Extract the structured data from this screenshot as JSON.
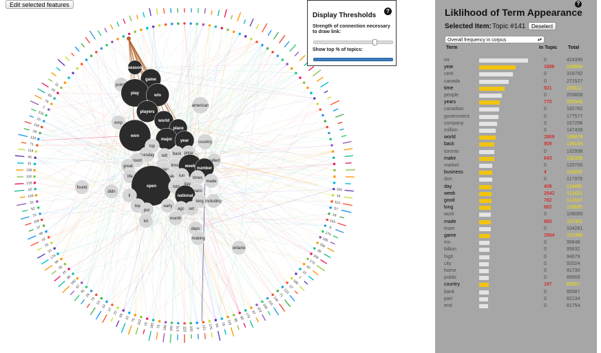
{
  "edit_button": "Edit selected features",
  "thresholds": {
    "title": "Display Thresholds",
    "connection_label": "Strength of connection necessary to draw link:",
    "topics_label": "Show top % of topics:"
  },
  "panel": {
    "title": "Liklihood of Term Appearance",
    "selected_label": "Selected Item:",
    "selected_value": "Topic #141",
    "deselect": "Deselect",
    "sort_option": "Overall frequency in corpus",
    "headers": {
      "term": "Term",
      "in_topic": "In Topic",
      "total": "Total"
    },
    "rows": [
      {
        "term": "mr",
        "bar": 0,
        "in_topic": "0",
        "total": "424395",
        "highlight": false,
        "frac": 0.98
      },
      {
        "term": "year",
        "bar": 1,
        "in_topic": "1896",
        "total": "245894",
        "highlight": true,
        "frac": 0.74
      },
      {
        "term": "cent",
        "bar": 0,
        "in_topic": "0",
        "total": "318782",
        "highlight": false,
        "frac": 0.68
      },
      {
        "term": "canada",
        "bar": 0,
        "in_topic": "0",
        "total": "271527",
        "highlight": false,
        "frac": 0.6
      },
      {
        "term": "time",
        "bar": 1,
        "in_topic": "921",
        "total": "236111",
        "highlight": true,
        "frac": 0.52
      },
      {
        "term": "people",
        "bar": 0,
        "in_topic": "0",
        "total": "203808",
        "highlight": false,
        "frac": 0.46
      },
      {
        "term": "years",
        "bar": 1,
        "in_topic": "770",
        "total": "192943",
        "highlight": true,
        "frac": 0.42
      },
      {
        "term": "canadian",
        "bar": 0,
        "in_topic": "0",
        "total": "182782",
        "highlight": false,
        "frac": 0.4
      },
      {
        "term": "government",
        "bar": 0,
        "in_topic": "0",
        "total": "177577",
        "highlight": false,
        "frac": 0.39
      },
      {
        "term": "company",
        "bar": 0,
        "in_topic": "0",
        "total": "157296",
        "highlight": false,
        "frac": 0.36
      },
      {
        "term": "million",
        "bar": 0,
        "in_topic": "0",
        "total": "147426",
        "highlight": false,
        "frac": 0.33
      },
      {
        "term": "world",
        "bar": 1,
        "in_topic": "2869",
        "total": "146878",
        "highlight": true,
        "frac": 0.33
      },
      {
        "term": "back",
        "bar": 1,
        "in_topic": "909",
        "total": "139164",
        "highlight": true,
        "frac": 0.31
      },
      {
        "term": "toronto",
        "bar": 0,
        "in_topic": "0",
        "total": "132998",
        "highlight": false,
        "frac": 0.3
      },
      {
        "term": "make",
        "bar": 1,
        "in_topic": "643",
        "total": "132336",
        "highlight": true,
        "frac": 0.3
      },
      {
        "term": "market",
        "bar": 0,
        "in_topic": "0",
        "total": "120700",
        "highlight": false,
        "frac": 0.27
      },
      {
        "term": "business",
        "bar": 1,
        "in_topic": "4",
        "total": "118202",
        "highlight": true,
        "frac": 0.27
      },
      {
        "term": "don",
        "bar": 0,
        "in_topic": "0",
        "total": "117379",
        "highlight": false,
        "frac": 0.26
      },
      {
        "term": "day",
        "bar": 1,
        "in_topic": "406",
        "total": "114495",
        "highlight": true,
        "frac": 0.25
      },
      {
        "term": "week",
        "bar": 1,
        "in_topic": "2642",
        "total": "112421",
        "highlight": true,
        "frac": 0.25
      },
      {
        "term": "good",
        "bar": 1,
        "in_topic": "782",
        "total": "112107",
        "highlight": true,
        "frac": 0.25
      },
      {
        "term": "long",
        "bar": 1,
        "in_topic": "662",
        "total": "110635",
        "highlight": true,
        "frac": 0.24
      },
      {
        "term": "work",
        "bar": 0,
        "in_topic": "0",
        "total": "108065",
        "highlight": false,
        "frac": 0.24
      },
      {
        "term": "made",
        "bar": 1,
        "in_topic": "885",
        "total": "107301",
        "highlight": true,
        "frac": 0.24
      },
      {
        "term": "team",
        "bar": 0,
        "in_topic": "0",
        "total": "104281",
        "highlight": false,
        "frac": 0.23
      },
      {
        "term": "game",
        "bar": 1,
        "in_topic": "2664",
        "total": "101366",
        "highlight": true,
        "frac": 0.22
      },
      {
        "term": "ms",
        "bar": 0,
        "in_topic": "0",
        "total": "95848",
        "highlight": false,
        "frac": 0.21
      },
      {
        "term": "billion",
        "bar": 0,
        "in_topic": "0",
        "total": "95632",
        "highlight": false,
        "frac": 0.21
      },
      {
        "term": "high",
        "bar": 0,
        "in_topic": "0",
        "total": "94679",
        "highlight": false,
        "frac": 0.21
      },
      {
        "term": "city",
        "bar": 0,
        "in_topic": "0",
        "total": "92024",
        "highlight": false,
        "frac": 0.2
      },
      {
        "term": "home",
        "bar": 0,
        "in_topic": "0",
        "total": "91730",
        "highlight": false,
        "frac": 0.2
      },
      {
        "term": "public",
        "bar": 0,
        "in_topic": "0",
        "total": "89569",
        "highlight": false,
        "frac": 0.2
      },
      {
        "term": "country",
        "bar": 1,
        "in_topic": "187",
        "total": "85907",
        "highlight": true,
        "frac": 0.19
      },
      {
        "term": "bank",
        "bar": 0,
        "in_topic": "0",
        "total": "85587",
        "highlight": false,
        "frac": 0.19
      },
      {
        "term": "part",
        "bar": 0,
        "in_topic": "0",
        "total": "82134",
        "highlight": false,
        "frac": 0.18
      },
      {
        "term": "end",
        "bar": 0,
        "in_topic": "0",
        "total": "81754",
        "highlight": false,
        "frac": 0.18
      }
    ]
  },
  "terms": [
    {
      "t": "season",
      "s": 0.3,
      "dark": true
    },
    {
      "t": "game",
      "s": 0.55,
      "dark": true
    },
    {
      "t": "points",
      "s": 0.3,
      "dark": false
    },
    {
      "t": "play",
      "s": 0.85,
      "dark": true
    },
    {
      "t": "win",
      "s": 0.65,
      "dark": true
    },
    {
      "t": "players",
      "s": 0.6,
      "dark": true
    },
    {
      "t": "american",
      "s": 0.4,
      "dark": false
    },
    {
      "t": "emp",
      "s": 0.3,
      "dark": false
    },
    {
      "t": "world",
      "s": 0.5,
      "dark": true
    },
    {
      "t": "place",
      "s": 0.45,
      "dark": true
    },
    {
      "t": "won",
      "s": 1.0,
      "dark": true
    },
    {
      "t": "major",
      "s": 0.6,
      "dark": true
    },
    {
      "t": "year",
      "s": 0.5,
      "dark": true
    },
    {
      "t": "country",
      "s": 0.35,
      "dark": false
    },
    {
      "t": "top",
      "s": 0.3,
      "dark": false
    },
    {
      "t": "back",
      "s": 0.3,
      "dark": false
    },
    {
      "t": "price",
      "s": 0.3,
      "dark": false
    },
    {
      "t": "thursday",
      "s": 0.35,
      "dark": false
    },
    {
      "t": "left",
      "s": 0.3,
      "dark": false
    },
    {
      "t": "called",
      "s": 0.3,
      "dark": false
    },
    {
      "t": "good",
      "s": 0.3,
      "dark": false
    },
    {
      "t": "start",
      "s": 0.3,
      "dark": false
    },
    {
      "t": "great",
      "s": 0.3,
      "dark": false
    },
    {
      "t": "time",
      "s": 0.3,
      "dark": false
    },
    {
      "t": "week",
      "s": 0.65,
      "dark": true
    },
    {
      "t": "number",
      "s": 0.5,
      "dark": true
    },
    {
      "t": "today",
      "s": 0.3,
      "dark": false
    },
    {
      "t": "life",
      "s": 0.3,
      "dark": false
    },
    {
      "t": "make",
      "s": 0.3,
      "dark": false
    },
    {
      "t": "run",
      "s": 0.3,
      "dark": false
    },
    {
      "t": "times",
      "s": 0.3,
      "dark": false
    },
    {
      "t": "day",
      "s": 0.3,
      "dark": false
    },
    {
      "t": "made",
      "s": 0.3,
      "dark": false
    },
    {
      "t": "found",
      "s": 0.3,
      "dark": false
    },
    {
      "t": "open",
      "s": 1.35,
      "dark": true
    },
    {
      "t": "told",
      "s": 0.35,
      "dark": false
    },
    {
      "t": "years",
      "s": 0.3,
      "dark": false
    },
    {
      "t": "didn",
      "s": 0.3,
      "dark": false
    },
    {
      "t": "ll",
      "s": 0.3,
      "dark": false
    },
    {
      "t": "national",
      "s": 0.55,
      "dark": true
    },
    {
      "t": "long",
      "s": 0.3,
      "dark": false
    },
    {
      "t": "including",
      "s": 0.3,
      "dark": false
    },
    {
      "t": "big",
      "s": 0.3,
      "dark": false
    },
    {
      "t": "early",
      "s": 0.3,
      "dark": false
    },
    {
      "t": "ago",
      "s": 0.3,
      "dark": false
    },
    {
      "t": "set",
      "s": 0.3,
      "dark": false
    },
    {
      "t": "put",
      "s": 0.3,
      "dark": false
    },
    {
      "t": "month",
      "s": 0.3,
      "dark": false
    },
    {
      "t": "lot",
      "s": 0.3,
      "dark": false
    },
    {
      "t": "days",
      "s": 0.3,
      "dark": false
    },
    {
      "t": "making",
      "s": 0.3,
      "dark": false
    },
    {
      "t": "ontario",
      "s": 0.3,
      "dark": false
    }
  ],
  "topic_labels": [
    "160",
    "15",
    "114",
    "57",
    "18",
    "155",
    "9",
    "174",
    "165",
    "150",
    "39",
    "166",
    "172",
    "62",
    "15",
    "1",
    "180",
    "12",
    "123",
    "71",
    "140",
    "115",
    "164",
    "102",
    "97",
    "170",
    "90",
    "85",
    "110",
    "78",
    "94",
    "175",
    "151",
    "9",
    "105",
    "123",
    "175",
    "190",
    "180",
    "79",
    "165",
    "16",
    "163",
    "75",
    "10",
    "69",
    "22",
    "12",
    "23",
    "13",
    "73",
    "26",
    "81",
    "67",
    "160",
    "86",
    "25",
    "52",
    "96",
    "174",
    "10",
    "70",
    "42",
    "46",
    "37",
    "156",
    "21",
    "52",
    "31",
    "133",
    "18",
    "133",
    "110",
    "139",
    "15",
    "45",
    "119",
    "71",
    "133",
    "29",
    "118",
    "15",
    "131",
    "1",
    "76",
    "65",
    "43",
    "11"
  ],
  "colors": {
    "accent": "#f1c40f",
    "panel": "#a6a6a6",
    "dark_node": "#2b2b2b",
    "light_node": "#d6d6d6",
    "selected_topic": "#b5652e"
  }
}
